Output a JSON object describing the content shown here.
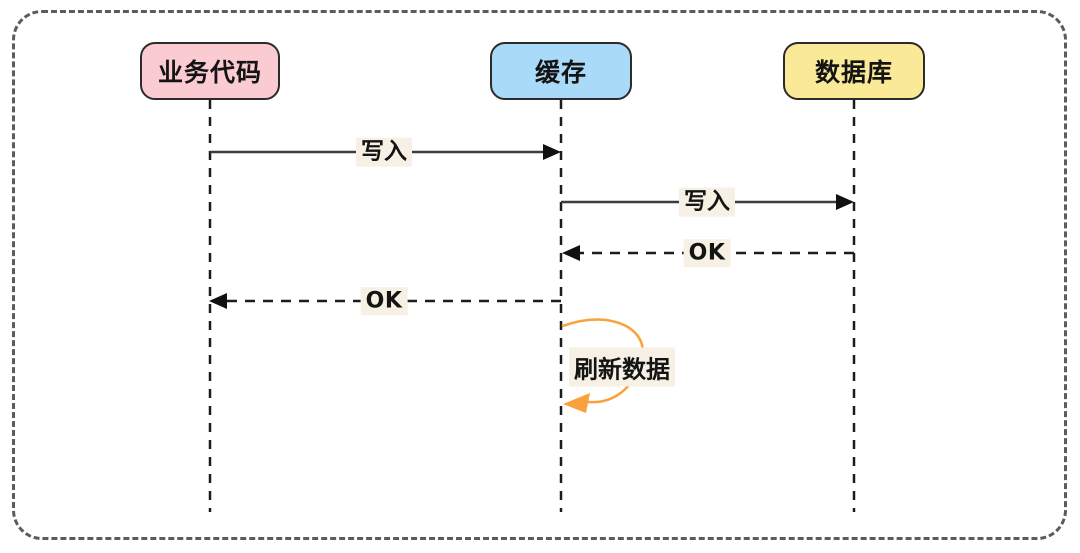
{
  "diagram": {
    "type": "sequence-diagram",
    "participants": [
      {
        "id": "business-code",
        "label": "业务代码",
        "fill": "#fbcbd2"
      },
      {
        "id": "cache",
        "label": "缓存",
        "fill": "#a9daf8"
      },
      {
        "id": "database",
        "label": "数据库",
        "fill": "#fae996"
      }
    ],
    "messages": [
      {
        "from": "业务代码",
        "to": "缓存",
        "label": "写入",
        "line": "solid"
      },
      {
        "from": "缓存",
        "to": "数据库",
        "label": "写入",
        "line": "solid"
      },
      {
        "from": "数据库",
        "to": "缓存",
        "label": "OK",
        "line": "dashed"
      },
      {
        "from": "缓存",
        "to": "业务代码",
        "label": "OK",
        "line": "dashed"
      },
      {
        "from": "缓存",
        "to": "缓存",
        "label": "刷新数据",
        "line": "self-loop"
      }
    ],
    "colors": {
      "frame_border": "#585d63",
      "lifeline": "#1c1c1c",
      "message_line": "#3d3d3d",
      "label_background": "#f6f1e4",
      "self_loop": "#f9a13c"
    }
  }
}
